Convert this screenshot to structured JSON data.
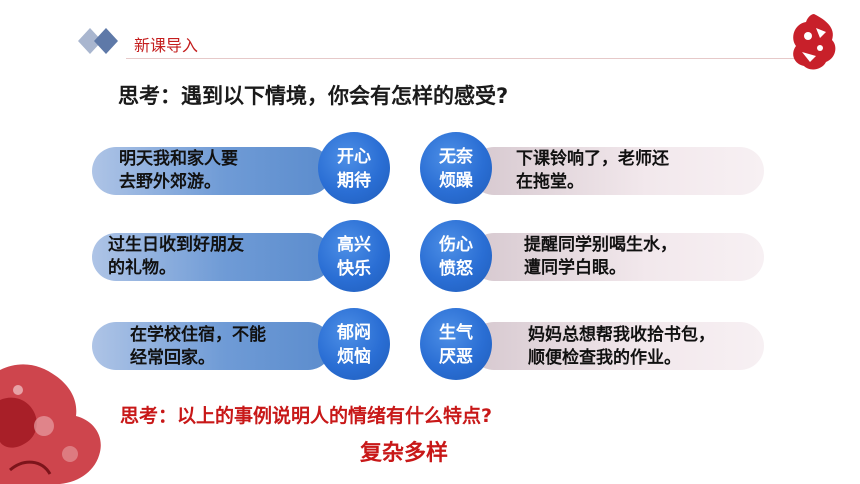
{
  "header": {
    "title": "新课导入"
  },
  "question": "思考：遇到以下情境，你会有怎样的感受?",
  "rows": [
    {
      "left_text": "明天我和家人要\n去野外郊游。",
      "left_emotion": "开心\n期待",
      "right_emotion": "无奈\n烦躁",
      "right_text": "下课铃响了，老师还\n在拖堂。"
    },
    {
      "left_text": "过生日收到好朋友\n的礼物。",
      "left_emotion": "高兴\n快乐",
      "right_emotion": "伤心\n愤怒",
      "right_text": "提醒同学别喝生水，\n遭同学白眼。"
    },
    {
      "left_text": "在学校住宿，不能\n经常回家。",
      "left_emotion": "郁闷\n烦恼",
      "right_emotion": "生气\n厌恶",
      "right_text": "妈妈总想帮我收拾书包，\n顺便检查我的作业。"
    }
  ],
  "question2": "思考：以上的事例说明人的情绪有什么特点?",
  "answer": "复杂多样",
  "colors": {
    "accent_red": "#c81818",
    "circle_blue": "#2a6ed4",
    "capsule_blue": "#6f9bd6",
    "capsule_pink": "#f2e8ec"
  },
  "icons": {
    "header_mark": "double-diamond-icon",
    "top_right": "paper-cut-ornament-icon",
    "bottom_left": "red-flower-decoration-icon"
  }
}
